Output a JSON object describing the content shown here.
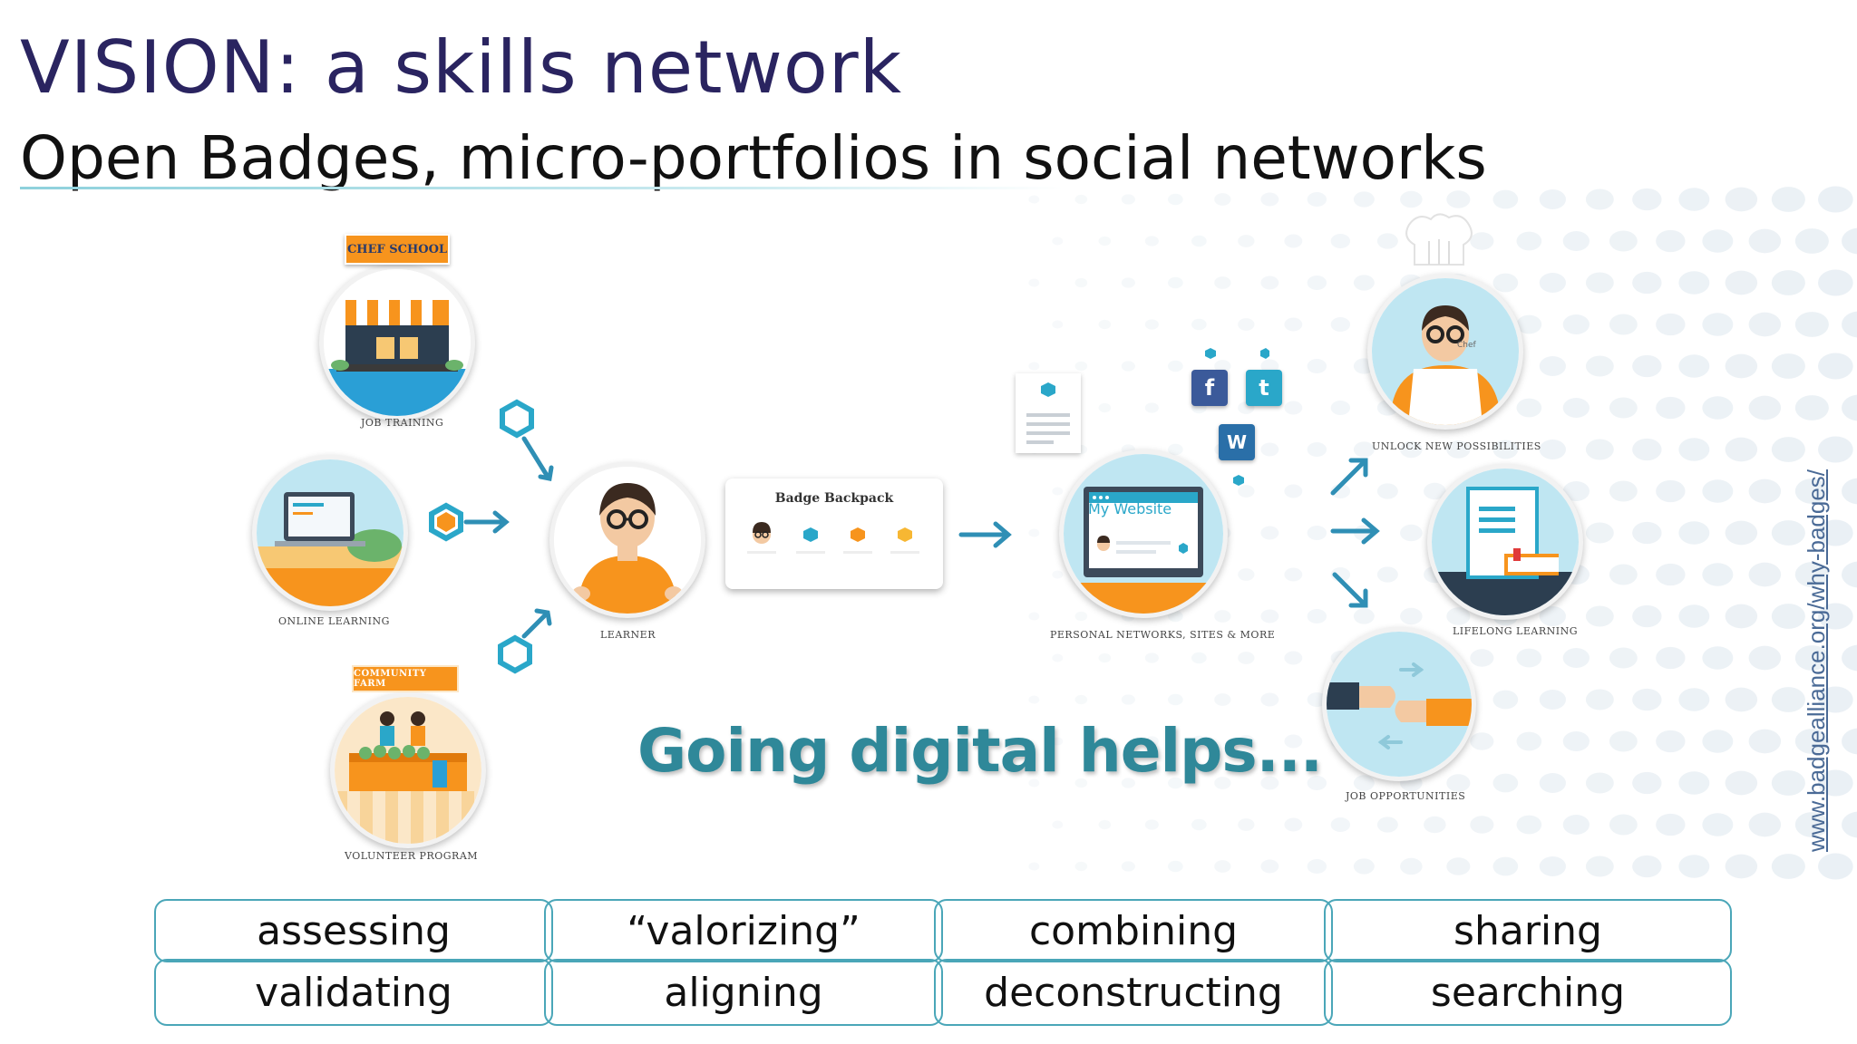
{
  "slide": {
    "title": "VISION: a skills network",
    "subtitle": "Open Badges, micro-portfolios in social networks",
    "tagline": "Going digital helps...",
    "source_url": "www.badgealliance.org/why-badges/"
  },
  "diagram": {
    "sources": [
      {
        "label": "JOB TRAINING",
        "sign": "CHEF SCHOOL"
      },
      {
        "label": "ONLINE LEARNING"
      },
      {
        "label": "VOLUNTEER PROGRAM",
        "sign": "COMMUNITY FARM"
      }
    ],
    "learner": {
      "label": "LEARNER"
    },
    "backpack": {
      "title": "Badge Backpack"
    },
    "networks": {
      "label": "PERSONAL NETWORKS, SITES & MORE",
      "website": "My Website",
      "social": [
        "f",
        "t",
        "w"
      ]
    },
    "outcomes": [
      {
        "label": "UNLOCK NEW POSSIBILITIES",
        "apron": "Chef"
      },
      {
        "label": "LIFELONG LEARNING"
      },
      {
        "label": "JOB OPPORTUNITIES"
      }
    ],
    "colors": {
      "orange": "#f7941d",
      "teal": "#2aa7c9",
      "navy": "#2a2460",
      "arrow": "#2f8fb5"
    }
  },
  "grid": {
    "row1": [
      "assessing",
      "“valorizing”",
      "combining",
      "sharing"
    ],
    "row2": [
      "validating",
      "aligning",
      "deconstructing",
      "searching"
    ]
  }
}
